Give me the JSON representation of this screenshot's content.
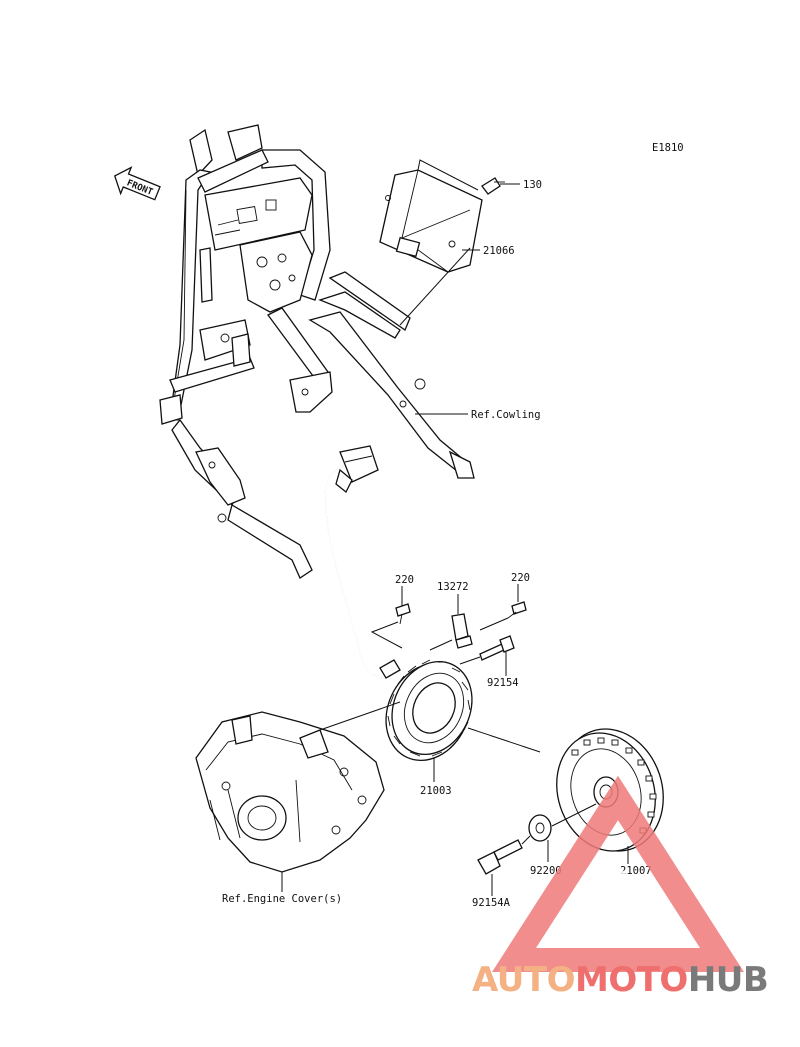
{
  "diagram": {
    "code": "E1810",
    "front_label": "FRONT",
    "labels": {
      "p130": "130",
      "p21066": "21066",
      "ref_cowling": "Ref.Cowling",
      "p220_left": "220",
      "p13272": "13272",
      "p220_right": "220",
      "p92154": "92154",
      "p21003": "21003",
      "ref_engine_cover": "Ref.Engine Cover(s)",
      "p92200": "92200",
      "p21007": "21007",
      "p92154a": "92154A"
    }
  },
  "watermark": {
    "part1": "AUTO",
    "part2": "MOTO",
    "part3": "HUB",
    "color_1": "#f4b183",
    "color_2": "#ef6f6f",
    "color_3": "#7a7a7a"
  }
}
